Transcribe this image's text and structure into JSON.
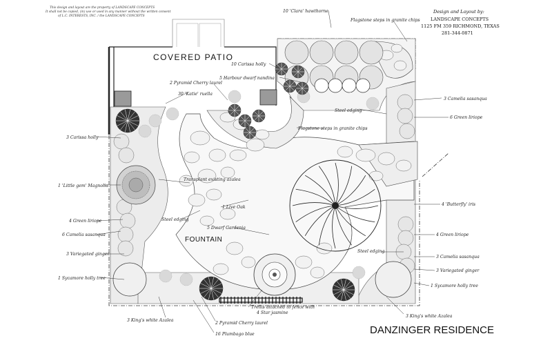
{
  "header": {
    "copyright": [
      "This design and layout are the property of LANDSCAPE CONCEPTS",
      "It shall not be copied, (in) use or used in any manner without the written consent",
      "of L.C. INTERESTS, INC. / the LANDSCAPE CONCEPTS"
    ],
    "design_by": "Design and Layout by:",
    "firm_name": "LANDSCAPE CONCEPTS",
    "address": "1125  FM 359 RICHMOND, TEXAS",
    "phone": "281-344-0871"
  },
  "areas": {
    "covered_patio": "COVERED PATIO",
    "fountain": "FOUNTAIN",
    "residence": "DANZINGER RESIDENCE"
  },
  "labels": [
    {
      "id": "clara-hawthorne",
      "text": "10 'Clara' hawthorne"
    },
    {
      "id": "flagstone-top",
      "text": "Flagstone steps in granite chips"
    },
    {
      "id": "carissa-holly-top",
      "text": "10 Carissa holly"
    },
    {
      "id": "harbour-nandina",
      "text": "5 Harbour dwarf nandina"
    },
    {
      "id": "pyramid-laurel-top",
      "text": "2 Pyramid Cherry laurel"
    },
    {
      "id": "katie-ruellia",
      "text": "30 'Katie' ruella"
    },
    {
      "id": "camellia-right-top",
      "text": "3 Camelia sasanqua"
    },
    {
      "id": "green-liriope-right-top",
      "text": "6 Green liriope"
    },
    {
      "id": "steel-edging-top",
      "text": "Steel edging"
    },
    {
      "id": "flagstone-mid",
      "text": "Flagstone steps in granite chips"
    },
    {
      "id": "carissa-holly-left",
      "text": "3 Carissa holly"
    },
    {
      "id": "little-gem",
      "text": "1 'Little gem' Magnolia"
    },
    {
      "id": "transplant-azalea",
      "text": "Transplant existing azalea"
    },
    {
      "id": "live-oak",
      "text": "1 Live Oak"
    },
    {
      "id": "butterfly-iris",
      "text": "4 'Butterfly' iris"
    },
    {
      "id": "green-liriope-left",
      "text": "4 Green liriope"
    },
    {
      "id": "steel-edging-left",
      "text": "Steel edging"
    },
    {
      "id": "dwarf-gardenia",
      "text": "5 Dwarf Gardenia"
    },
    {
      "id": "camellia-left",
      "text": "6 Camelia sasanqua"
    },
    {
      "id": "green-liriope-right",
      "text": "4 Green liriope"
    },
    {
      "id": "steel-edging-right",
      "text": "Steel edging"
    },
    {
      "id": "variegated-ginger-left",
      "text": "3 Variegated ginger"
    },
    {
      "id": "camellia-right-bottom",
      "text": "3 Camelia sasanqua"
    },
    {
      "id": "variegated-ginger-right",
      "text": "3 Variegated ginger"
    },
    {
      "id": "sycamore-holly-left",
      "text": "1 Sycamore holly tree"
    },
    {
      "id": "sycamore-holly-right",
      "text": "1 Sycamore holly tree"
    },
    {
      "id": "trellis-jasmine-a",
      "text": "Trellis attached to fence with"
    },
    {
      "id": "trellis-jasmine-b",
      "text": "4 Star jasmine"
    },
    {
      "id": "kings-white-right",
      "text": "3 King's white Azalea"
    },
    {
      "id": "kings-white-left",
      "text": "3 King's white Azalea"
    },
    {
      "id": "pyramid-laurel-bottom",
      "text": "2 Pyramid Cherry laurel"
    },
    {
      "id": "plumbago-blue",
      "text": "16 Plumbago blue"
    }
  ]
}
